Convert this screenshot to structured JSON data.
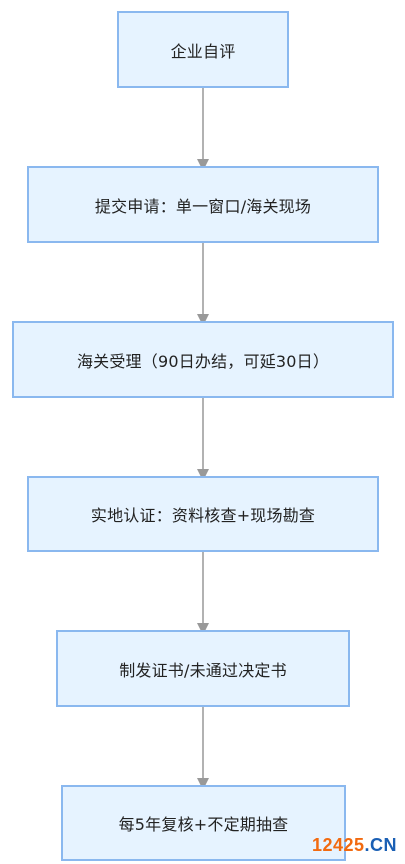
{
  "flow": {
    "steps": [
      {
        "label": "企业自评"
      },
      {
        "label": "提交申请：单一窗口/海关现场"
      },
      {
        "label": "海关受理（90日办结，可延30日）"
      },
      {
        "label": "实地认证：资料核查+现场勘查"
      },
      {
        "label": "制发证书/未通过决定书"
      },
      {
        "label": "每5年复核+不定期抽查"
      }
    ]
  },
  "watermark": {
    "part1": "12425",
    "part2": ".CN"
  },
  "colors": {
    "node_fill": "#e6f3ff",
    "node_border": "#8ab8ef",
    "connector": "#999999",
    "watermark_primary": "#f26a10",
    "watermark_secondary": "#1a5fb4"
  }
}
